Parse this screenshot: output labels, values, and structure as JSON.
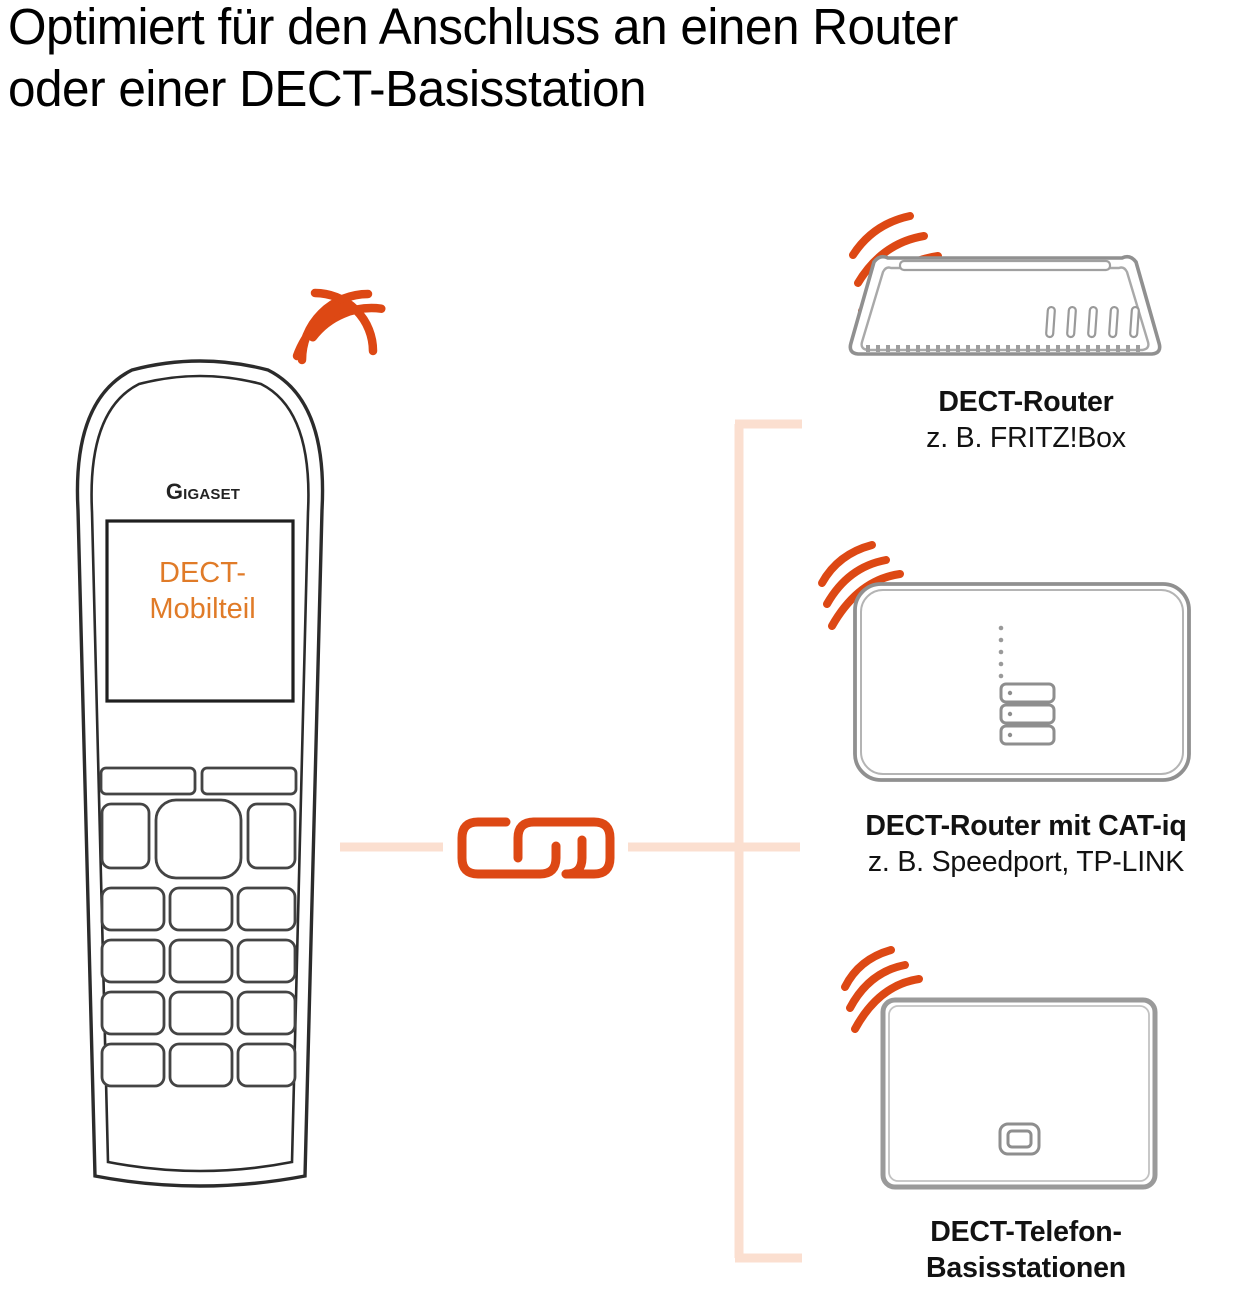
{
  "headline": {
    "line1": "Optimiert für den Anschluss an einen Router",
    "line2": "oder einer DECT-Basisstation",
    "full": "Optimiert für den Anschluss an einen Router\noder einer DECT-Basisstation"
  },
  "colors": {
    "accent_orange": "#DD4814",
    "screen_text_orange": "#E07B28",
    "connector_line": "#FBDFD0",
    "device_outline": "#8C8C8C",
    "handset_outline": "#2B2B2B",
    "text": "#121212",
    "background": "#FFFFFF"
  },
  "handset": {
    "name": "DECT-Mobilteil",
    "brand": "Gigaset",
    "screen_text": "DECT-\nMobilteil",
    "screen_line1": "DECT-",
    "screen_line2": "Mobilteil",
    "signal_icon": "dect-signal-waves-icon",
    "keypad": {
      "softkey_count": 2,
      "nav_row_keys": 3,
      "numeric_rows": 4,
      "numeric_cols": 3
    }
  },
  "connector": {
    "link_icon": "chain-link-icon",
    "bracket_icon": "connection-bracket"
  },
  "devices": [
    {
      "id": "dect-router",
      "title": "DECT-Router",
      "subtitle": "z. B. FRITZ!Box",
      "icon": "router-device-icon",
      "signal_icon": "dect-signal-waves-icon"
    },
    {
      "id": "dect-router-catiq",
      "title": "DECT-Router mit CAT-iq",
      "subtitle": "z. B. Speedport, TP-LINK",
      "icon": "modem-stack-device-icon",
      "signal_icon": "dect-signal-waves-icon"
    },
    {
      "id": "dect-base-station",
      "title": "DECT-Telefon-",
      "subtitle": "Basisstationen",
      "icon": "base-station-device-icon",
      "signal_icon": "dect-signal-waves-icon"
    }
  ]
}
